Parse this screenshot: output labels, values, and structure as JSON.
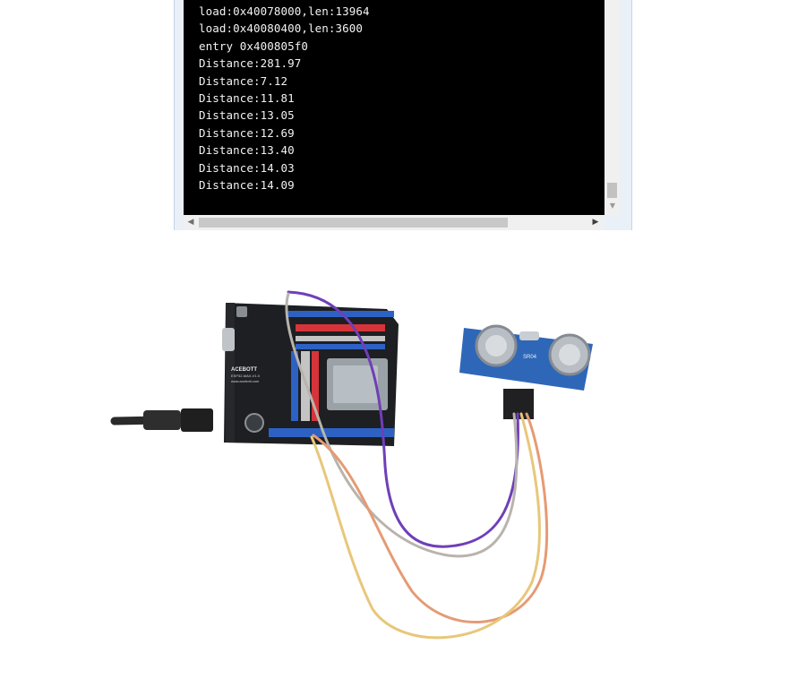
{
  "serial_monitor": {
    "lines": [
      "load:0x40078000,len:13964",
      "load:0x40080400,len:3600",
      "entry 0x400805f0",
      "Distance:281.97",
      "Distance:7.12",
      "Distance:11.81",
      "Distance:13.05",
      "Distance:12.69",
      "Distance:13.40",
      "Distance:14.03",
      "Distance:14.09"
    ]
  },
  "photo": {
    "board_logo": "ACEBOTT",
    "board_model": "ESP32-MAX-V1.0",
    "board_url": "www.acebott.com",
    "sensor_label": "SR04"
  },
  "colors": {
    "console_bg": "#000000",
    "console_text": "#f2f2f2",
    "board": "#1d1f22",
    "sensor_board": "#2f67b8",
    "wire_purple": "#6f3fb8",
    "wire_gray": "#b9b3ad",
    "wire_orange": "#e59b74",
    "wire_yellow": "#e8c77a"
  }
}
